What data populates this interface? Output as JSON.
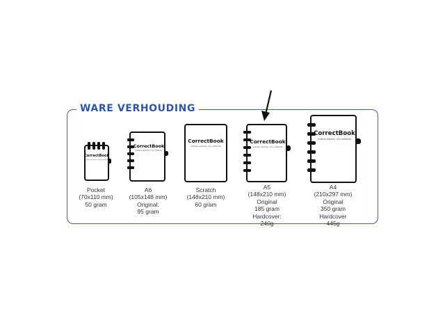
{
  "section_title": "WARE VERHOUDING",
  "brand": {
    "logo_text": "CorrectBook",
    "tagline": "endless rewrites, one notebook"
  },
  "notebooks": [
    {
      "id": "pocket",
      "lines": [
        "Pocket",
        "(70x110 mm)",
        "50 gram"
      ]
    },
    {
      "id": "a6",
      "lines": [
        "A6",
        "(105x148 mm)",
        "Original:",
        "95 gram"
      ]
    },
    {
      "id": "scratch",
      "lines": [
        "Scratch",
        "(148x210 mm)",
        "60 gram"
      ]
    },
    {
      "id": "a5",
      "lines": [
        "A5",
        "(148x210 mm)",
        "Original",
        "185 gram",
        "Hardcover:",
        "240g"
      ]
    },
    {
      "id": "a4",
      "lines": [
        "A4",
        "(210x297 mm)",
        "Original",
        "350 gram",
        "Hardcover",
        "445g"
      ]
    }
  ],
  "colors": {
    "frame": "#3f5fa6",
    "title": "#2f55a4",
    "outline": "#111111"
  },
  "icons": [
    "pointer-arrow-icon"
  ]
}
